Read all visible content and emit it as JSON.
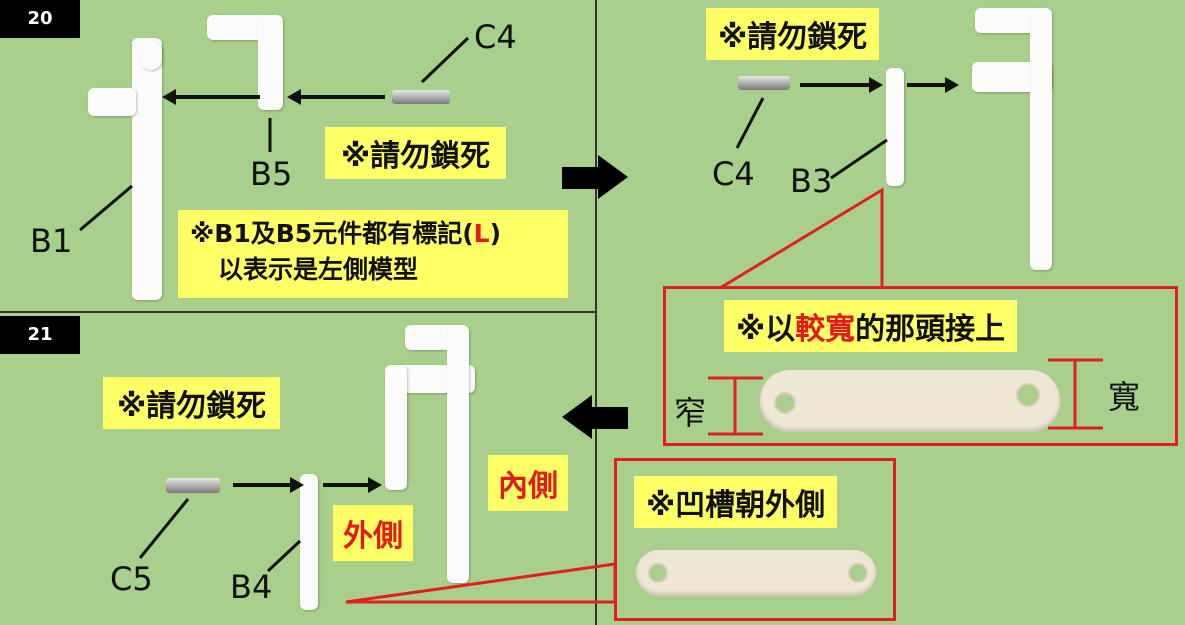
{
  "step20": {
    "number": "20",
    "labels": {
      "c4": "C4",
      "b5": "B5",
      "b1": "B1"
    },
    "note_lock": "※請勿鎖死",
    "note_mark_line1_prefix": "※B1及B5元件都有標記(",
    "note_mark_letter": "L",
    "note_mark_line1_suffix": ")",
    "note_mark_line2": "以表示是左側模型"
  },
  "step20b": {
    "note_lock": "※請勿鎖死",
    "labels": {
      "c4": "C4",
      "b3": "B3"
    }
  },
  "callout_wide": {
    "prefix": "※以",
    "highlight": "較寬",
    "suffix": "的那頭接上",
    "narrow_label": "窄",
    "wide_label": "寬"
  },
  "step21": {
    "number": "21",
    "note_lock": "※請勿鎖死",
    "labels": {
      "c5": "C5",
      "b4": "B4"
    },
    "inner_side": "內側",
    "outer_side": "外側"
  },
  "callout_groove": {
    "text": "※凹槽朝外側"
  },
  "colors": {
    "background": "#a9cf8c",
    "note_yellow": "#ffff66",
    "accent_red": "#e31a1a"
  },
  "icons": [
    "arrow-right-icon",
    "arrow-left-icon",
    "screw-icon"
  ]
}
